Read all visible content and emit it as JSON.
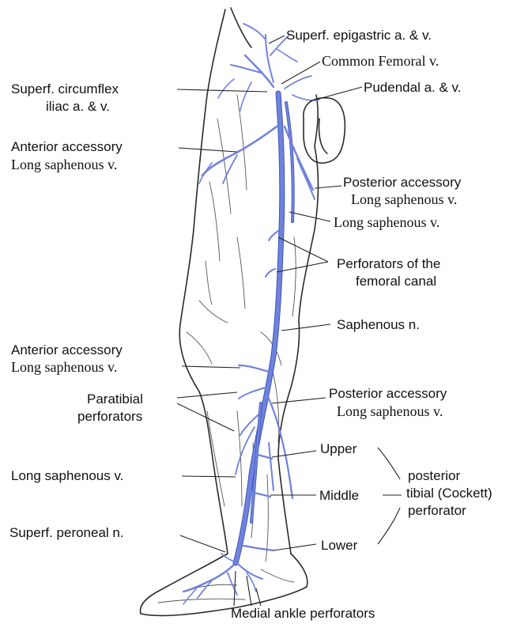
{
  "labels": {
    "superf_epigastric": "Superf. epigastric a. & v.",
    "common_femoral": "Common Femoral v.",
    "pudendal": "Pudendal a. & v.",
    "superf_circumflex_1": "Superf. circumflex",
    "superf_circumflex_2": "iliac a. & v.",
    "ant_accessory_upper_1": "Anterior accessory",
    "ant_accessory_upper_2": "Long saphenous v.",
    "post_accessory_upper_1": "Posterior accessory",
    "post_accessory_upper_2": "Long saphenous v.",
    "long_saphenous_upper": "Long saphenous v.",
    "perforators_femoral_1": "Perforators of the",
    "perforators_femoral_2": "femoral canal",
    "saphenous_n": "Saphenous n.",
    "ant_accessory_lower_1": "Anterior accessory",
    "ant_accessory_lower_2": "Long saphenous v.",
    "paratibial_1": "Paratibial",
    "paratibial_2": "perforators",
    "post_accessory_lower_1": "Posterior accessory",
    "post_accessory_lower_2": "Long saphenous v.",
    "upper": "Upper",
    "middle": "Middle",
    "lower": "Lower",
    "cockett_1": "posterior",
    "cockett_2": "tibial (Cockett)",
    "cockett_3": "perforator",
    "long_saphenous_lower": "Long saphenous v.",
    "superf_peroneal": "Superf. peroneal n.",
    "medial_ankle": "Medial ankle perforators"
  },
  "colors": {
    "vein": "#6f82dd",
    "outline": "#2a2a2a",
    "text": "#111111"
  }
}
